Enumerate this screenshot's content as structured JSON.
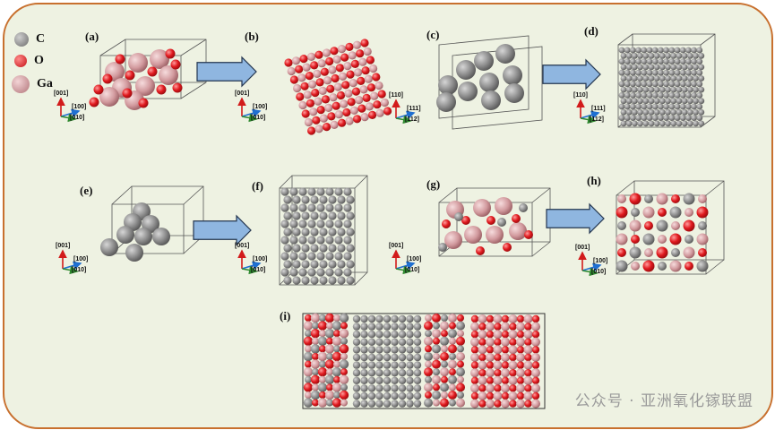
{
  "legend": [
    {
      "symbol": "C",
      "color": "#8a8a8a"
    },
    {
      "symbol": "O",
      "color": "#e0191e"
    },
    {
      "symbol": "Ga",
      "color": "#d9a3a6"
    }
  ],
  "panels": {
    "a": "(a)",
    "b": "(b)",
    "c": "(c)",
    "d": "(d)",
    "e": "(e)",
    "f": "(f)",
    "g": "(g)",
    "h": "(h)",
    "i": "(i)"
  },
  "axes_set1": {
    "up": "[001]",
    "right": "[100]",
    "diag": "[010]"
  },
  "axes_set2": {
    "up": "[110]",
    "right": "[111]",
    "diag": "[112]"
  },
  "watermark": "公众号 · 亚洲氧化镓联盟",
  "colors": {
    "carbon": "#8a8a8a",
    "oxygen": "#e0191e",
    "gallium": "#d9a3a6",
    "arrow": "#8fb6e0",
    "frame": "#c8702e"
  }
}
